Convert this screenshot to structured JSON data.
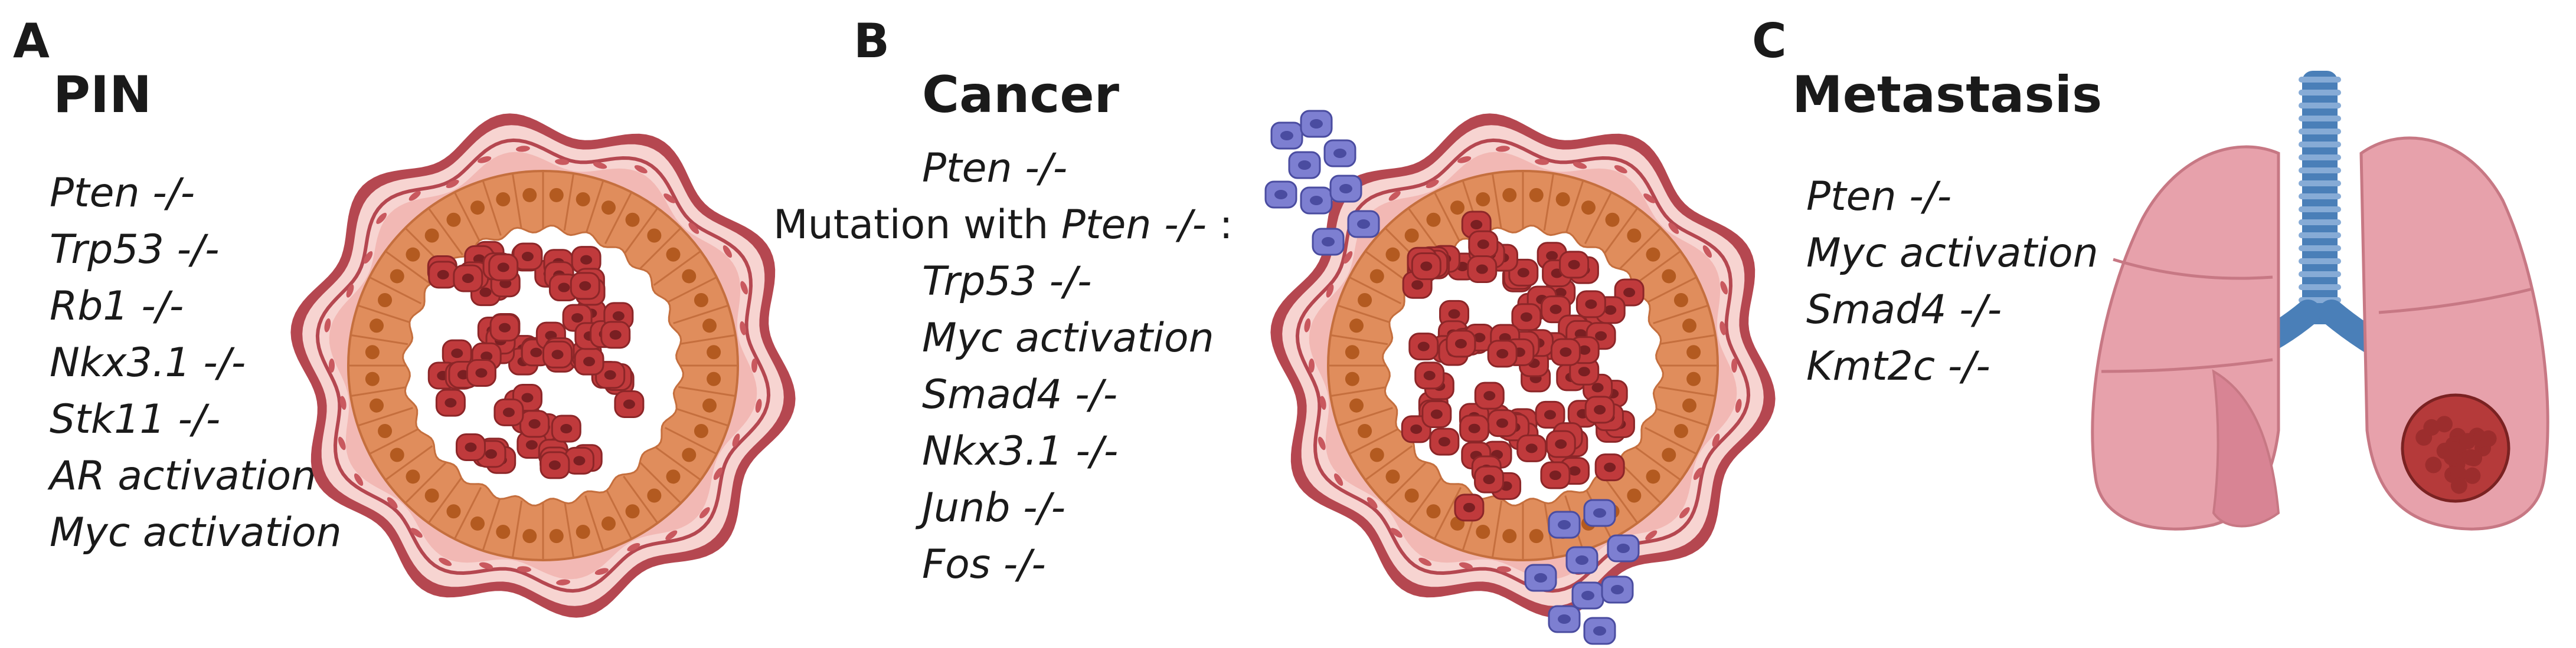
{
  "panels": {
    "a": {
      "letter": "A",
      "title": "PIN",
      "genes": [
        "Pten -/-",
        "Trp53 -/-",
        "Rb1 -/-",
        "Nkx3.1 -/-",
        "Stk11  -/-",
        "AR activation",
        "Myc activation"
      ]
    },
    "b": {
      "letter": "B",
      "title": "Cancer",
      "gene_first": "Pten -/-",
      "mutation_prefix": "Mutation with ",
      "mutation_gene": "Pten -/-",
      "mutation_suffix": " :",
      "genes": [
        "Trp53 -/-",
        "Myc activation",
        "Smad4 -/-",
        "Nkx3.1 -/-",
        "Junb -/-",
        "Fos -/-"
      ]
    },
    "c": {
      "letter": "C",
      "title": "Metastasis",
      "genes": [
        "Pten -/-",
        "Myc activation",
        "Smad4 -/-",
        "Kmt2c -/-"
      ]
    }
  },
  "colors": {
    "outer_wall": "#b54750",
    "stroma": "#f2b8b4",
    "epithelium": "#e08d5c",
    "nucleus": "#b35a20",
    "tumor_cell": "#c03a3c",
    "tumor_nucleus": "#7a1f22",
    "invading_cell": "#7d7fd1",
    "lung": "#e7a1ab",
    "trachea": "#4a7fb8",
    "lung_tumor": "#b53a3a"
  },
  "icons": [
    "prostate-gland-pin-illustration",
    "prostate-gland-cancer-illustration",
    "lungs-metastasis-illustration"
  ]
}
